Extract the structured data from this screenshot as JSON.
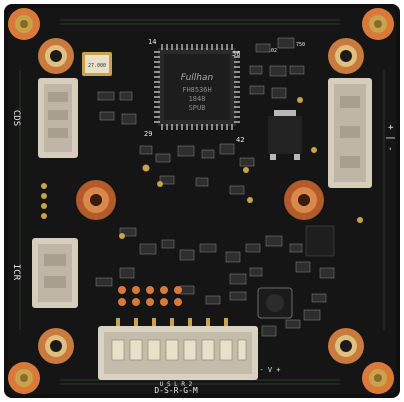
{
  "board": {
    "colors": {
      "pcb": "#131313",
      "pcb_edge": "#0b0b0b",
      "silkscreen": "#e8e8e8",
      "copper": "#d97a3a",
      "gold": "#c9a24a",
      "connector": "#d9d1c4"
    },
    "chip_brand": "Fullhan",
    "chip_lines": [
      "FH8536H",
      "1848",
      "SPUB"
    ],
    "crystal_label": "27.000",
    "labels": {
      "cds": "CDS",
      "icr": "ICR",
      "power": "+ | -",
      "pin_14_top": "14",
      "pin_56": "56",
      "pin_29": "29",
      "pin_42": "42",
      "bottom_pins": "D-S-R-G-M",
      "bottom_pins_2": "U S L R 2",
      "bottom_v": "- V +",
      "ref_102": "102",
      "ref_750": "750"
    }
  }
}
